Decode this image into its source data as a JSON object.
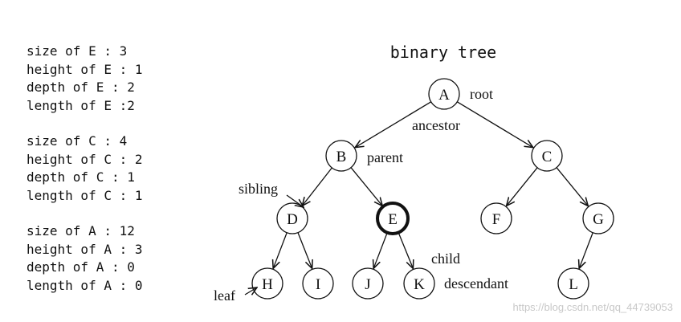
{
  "stats": [
    [
      "size of E : 3",
      "height of E : 1",
      "depth of E : 2",
      "length of E :2"
    ],
    [
      "size of C : 4",
      "height of C : 2",
      "depth of C : 1",
      "length of C : 1"
    ],
    [
      "size of A : 12",
      "height of A : 3",
      "depth of A : 0",
      "length of A : 0"
    ]
  ],
  "diagram": {
    "title": "binary tree",
    "nodes": [
      "A",
      "B",
      "C",
      "D",
      "E",
      "F",
      "G",
      "H",
      "I",
      "J",
      "K",
      "L"
    ],
    "edges": [
      [
        "A",
        "B"
      ],
      [
        "A",
        "C"
      ],
      [
        "B",
        "D"
      ],
      [
        "B",
        "E"
      ],
      [
        "C",
        "F"
      ],
      [
        "C",
        "G"
      ],
      [
        "D",
        "H"
      ],
      [
        "D",
        "I"
      ],
      [
        "E",
        "J"
      ],
      [
        "E",
        "K"
      ],
      [
        "G",
        "L"
      ]
    ],
    "highlighted_node": "E",
    "annotations": {
      "root": "root",
      "ancestor": "ancestor",
      "parent": "parent",
      "sibling": "sibling",
      "child": "child",
      "descendant": "descendant",
      "leaf": "leaf"
    }
  },
  "watermark": "https://blog.csdn.net/qq_44739053"
}
